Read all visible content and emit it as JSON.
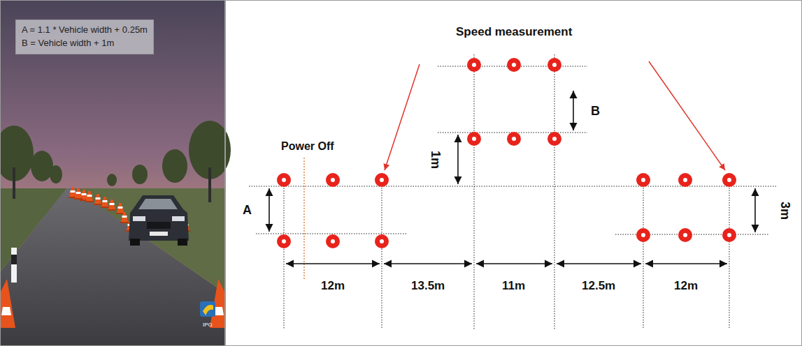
{
  "diagram": {
    "nodes": [
      {
        "text": [
          "A = 1.1 * Vehicle width + 0.25m",
          "B = Vehicle width + 1m"
        ]
      }
    ],
    "labels": [
      "Speed measurement",
      "Power Off",
      "A",
      "B",
      "1m",
      "3m",
      "12m",
      "13.5m",
      "11m",
      "12.5m",
      "12m",
      "IPG"
    ]
  }
}
